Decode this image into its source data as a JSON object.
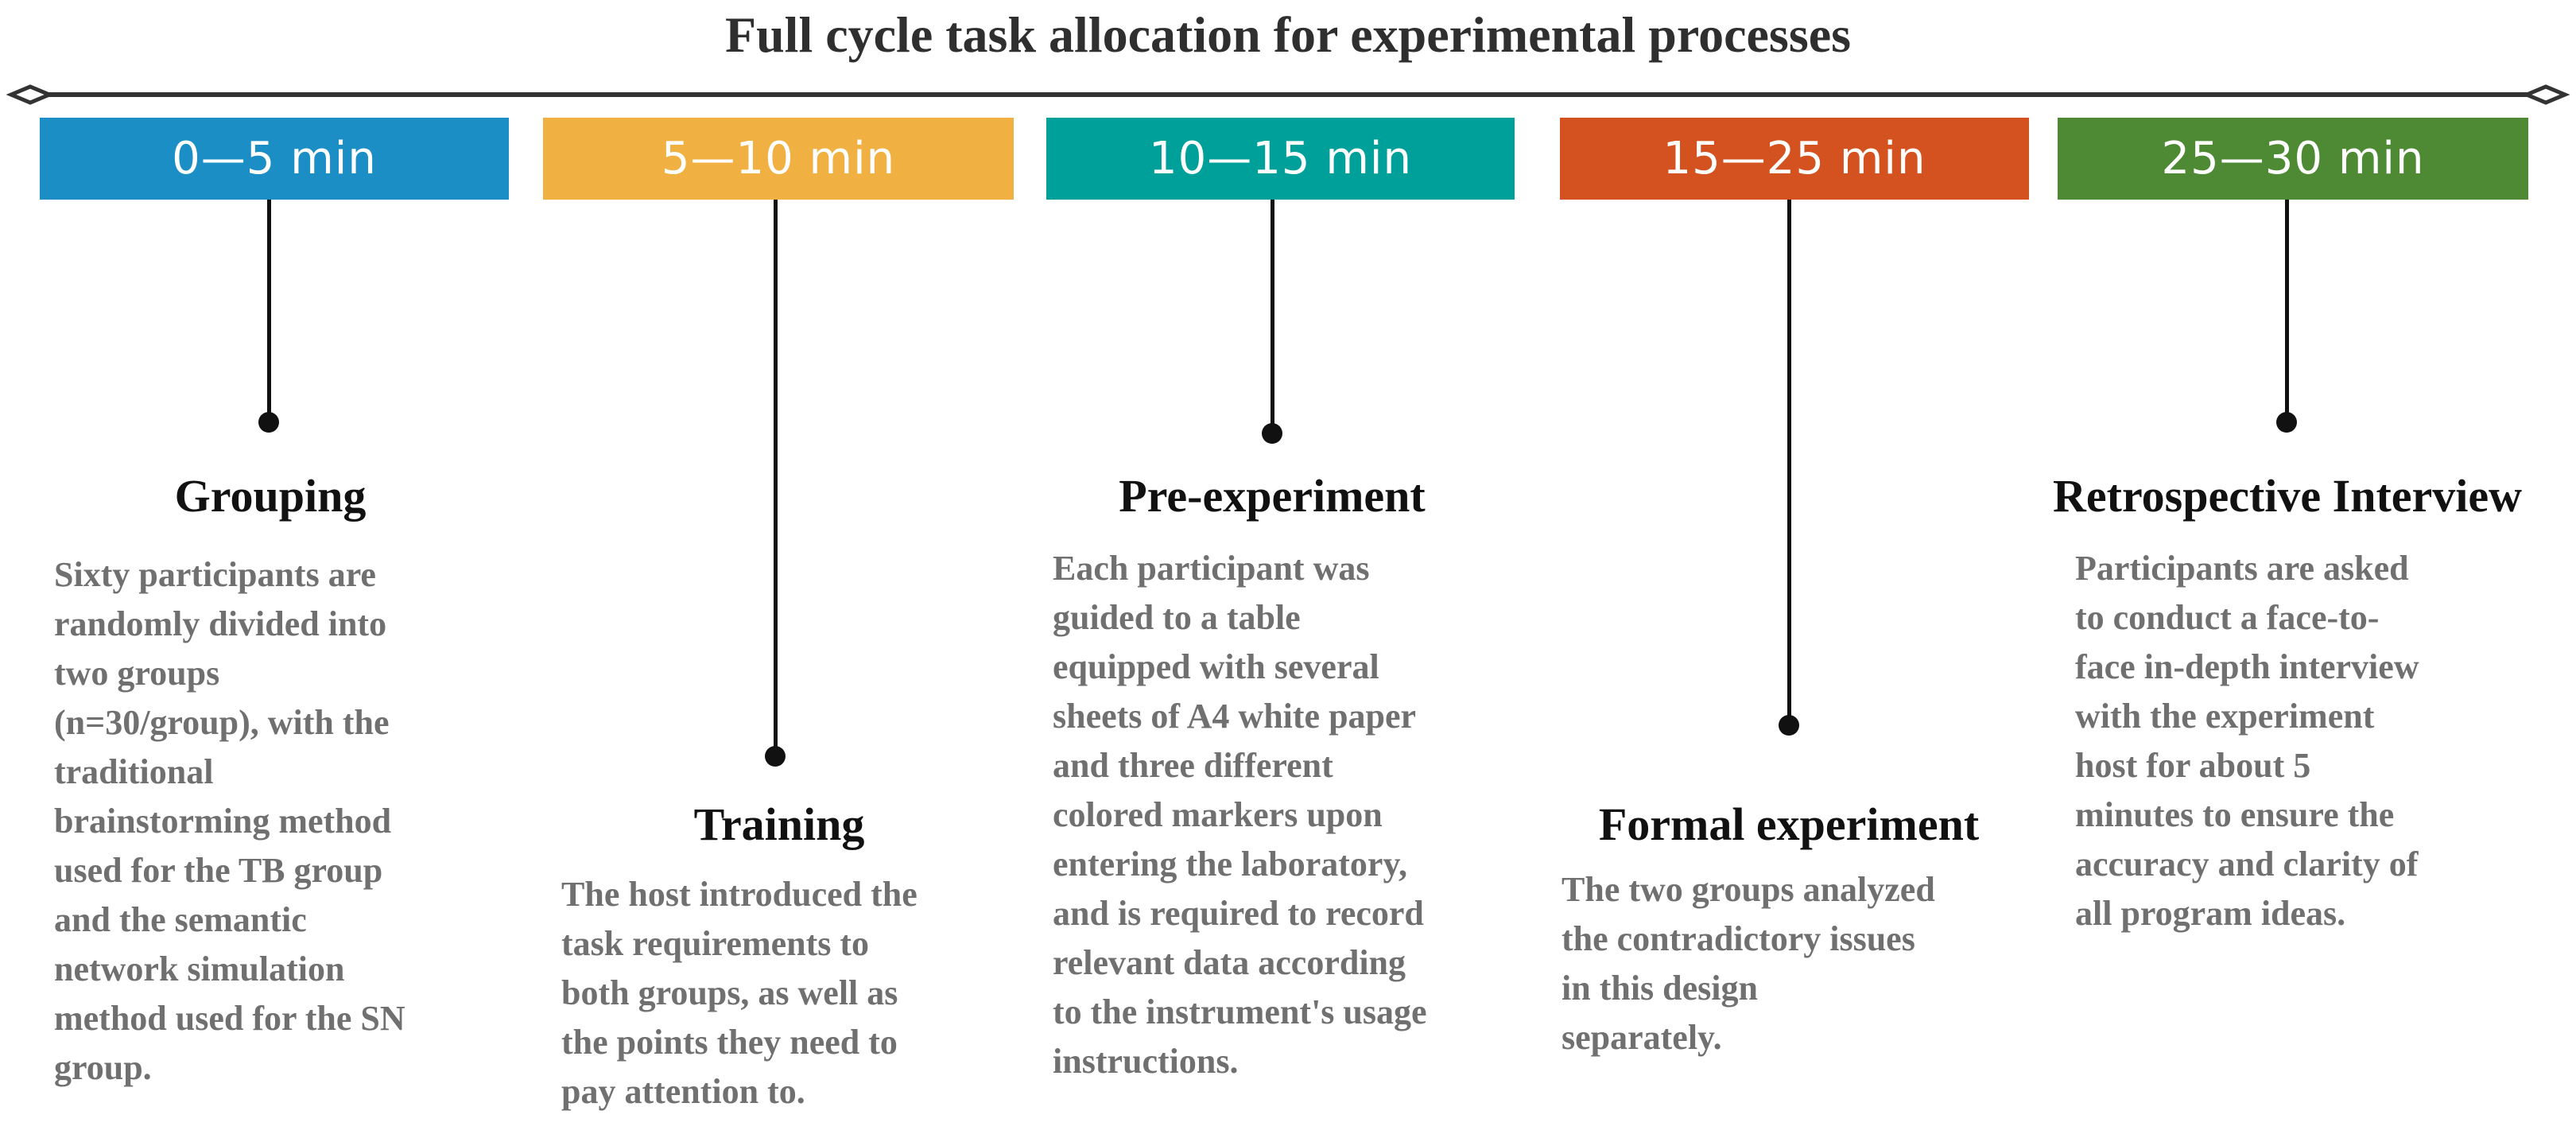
{
  "title": "Full cycle task allocation for experimental processes",
  "colors": {
    "axis": "#333333",
    "connector": "#111111",
    "heading_text": "#111111",
    "body_text": "#707070"
  },
  "steps": [
    {
      "period": "0—5 min",
      "color": "#1b8fc5",
      "heading": "Grouping",
      "lines": [
        "Sixty participants are",
        "randomly divided into",
        "two groups",
        "(n=30/group), with the",
        "traditional",
        "brainstorming method",
        "used for the TB group",
        "and the semantic",
        "network simulation",
        "method used for the SN",
        "group."
      ]
    },
    {
      "period": "5—10 min",
      "color": "#f0b042",
      "heading": "Training",
      "lines": [
        "The host introduced the",
        "task requirements to",
        "both groups, as well as",
        "the points they need to",
        "pay attention to."
      ]
    },
    {
      "period": "10—15 min",
      "color": "#00a09a",
      "heading": "Pre-experiment",
      "lines": [
        "Each participant was",
        "guided to a table",
        "equipped with several",
        "sheets of A4 white paper",
        "and three different",
        "colored markers upon",
        "entering the laboratory,",
        "and is required to record",
        "relevant data according",
        "to the instrument's usage",
        "instructions."
      ]
    },
    {
      "period": "15—25 min",
      "color": "#d4521f",
      "heading": "Formal experiment",
      "lines": [
        "The two groups analyzed",
        "the contradictory issues",
        "in this design",
        "separately."
      ]
    },
    {
      "period": "25—30 min",
      "color": "#4e8a34",
      "heading": "Retrospective Interview",
      "lines": [
        "Participants are asked",
        "to conduct a face-to-",
        "face in-depth interview",
        "with the experiment",
        "host for about 5",
        "minutes to ensure the",
        "accuracy and clarity of",
        "all program ideas."
      ]
    }
  ]
}
